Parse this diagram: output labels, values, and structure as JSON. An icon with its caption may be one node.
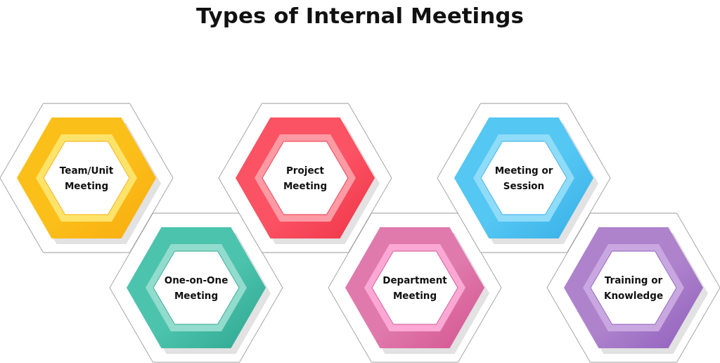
{
  "diagram": {
    "title": "Types of Internal Meetings",
    "nodes": [
      {
        "text": [
          "Team/Unit Meeting"
        ]
      },
      {
        "text": [
          "One-on-One Meeting"
        ]
      },
      {
        "text": [
          "Project Meeting"
        ]
      },
      {
        "text": [
          "Department Meeting"
        ]
      },
      {
        "text": [
          "Meeting or Session"
        ]
      },
      {
        "text": [
          "Training or Knowledge"
        ]
      }
    ]
  }
}
